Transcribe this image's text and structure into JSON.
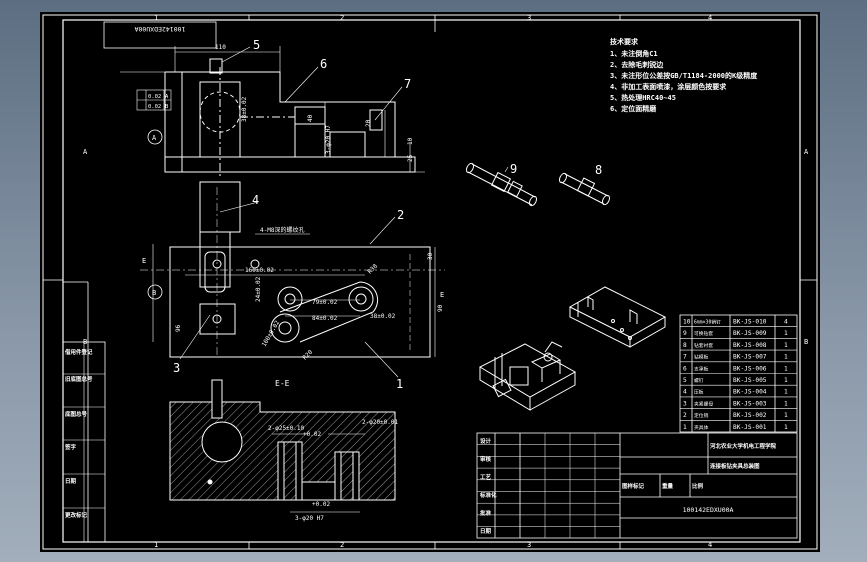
{
  "drawing_number_top": "100142EDXU00A",
  "drawing_number_bottom": "100142EDXU00A",
  "zone_cols": [
    "1",
    "2",
    "3",
    "4"
  ],
  "zone_rows": [
    "A",
    "B"
  ],
  "balloons": [
    "1",
    "2",
    "3",
    "4",
    "5",
    "6",
    "7",
    "8",
    "9"
  ],
  "datums": [
    "A",
    "B"
  ],
  "section_label": "E-E",
  "section_marks": [
    "E",
    "E"
  ],
  "tolerance_frame": [
    "0.02",
    "0.02"
  ],
  "tolerance_frame_datums": [
    "A",
    "B"
  ],
  "dimensions": {
    "d110": "110",
    "d40": "40",
    "d20": "20",
    "d10": "10",
    "d25": "25",
    "d4m8": "4-M8深的螺纹孔",
    "d160": "160±0.02",
    "d79": "79±0.02",
    "d84": "84±0.02",
    "d38": "38±0.02",
    "d90": "90",
    "d30": "30",
    "d96": "96",
    "d24": "24±0.02",
    "d100": "100±0.02",
    "dR38": "R38",
    "dR20": "R20",
    "d2phi25": "2-φ25±0.10",
    "d2phi20": "2-φ20±0.01",
    "d3phi20": "3-φ20 H7",
    "d002": "+0.02"
  },
  "tech_req": {
    "title": "技术要求",
    "lines": [
      "1、未注倒角C1",
      "2、去除毛刺锐边",
      "3、未注形位公差按GB/T1184-2000的K级精度",
      "4、非加工表面喷漆，涂层颜色按要求",
      "5、热处理HRC40~45",
      "6、定位面精磨"
    ]
  },
  "bom": {
    "rows": [
      {
        "no": "10",
        "name": "6mm×30销钉",
        "code": "BK-JS-010",
        "qty": "4"
      },
      {
        "no": "9",
        "name": "可换钻套",
        "code": "BK-JS-009",
        "qty": "1"
      },
      {
        "no": "8",
        "name": "钻套衬套",
        "code": "BK-JS-008",
        "qty": "1"
      },
      {
        "no": "7",
        "name": "钻模板",
        "code": "BK-JS-007",
        "qty": "1"
      },
      {
        "no": "6",
        "name": "支承板",
        "code": "BK-JS-006",
        "qty": "1"
      },
      {
        "no": "5",
        "name": "螺钉",
        "code": "BK-JS-005",
        "qty": "1"
      },
      {
        "no": "4",
        "name": "压板",
        "code": "BK-JS-004",
        "qty": "1"
      },
      {
        "no": "3",
        "name": "夹紧螺母",
        "code": "BK-JS-003",
        "qty": "1"
      },
      {
        "no": "2",
        "name": "定位销",
        "code": "BK-JS-002",
        "qty": "1"
      },
      {
        "no": "1",
        "name": "夹具体",
        "code": "BK-JS-001",
        "qty": "1"
      }
    ]
  },
  "title_block": {
    "left_labels": [
      "设计",
      "审核",
      "工艺",
      "标准化",
      "批准",
      "日期"
    ],
    "school": "河北农业大学机电工程学院",
    "drawing_title": "连接板钻夹具总装图",
    "scale_label": "图样标记",
    "weight_label": "重量",
    "ratio_label": "比例",
    "drawing_no": "100142EDXU00A"
  },
  "side_column": {
    "labels": [
      "借用件登记",
      "旧底图总号",
      "底图总号",
      "签字",
      "日期",
      "更改标记"
    ]
  }
}
